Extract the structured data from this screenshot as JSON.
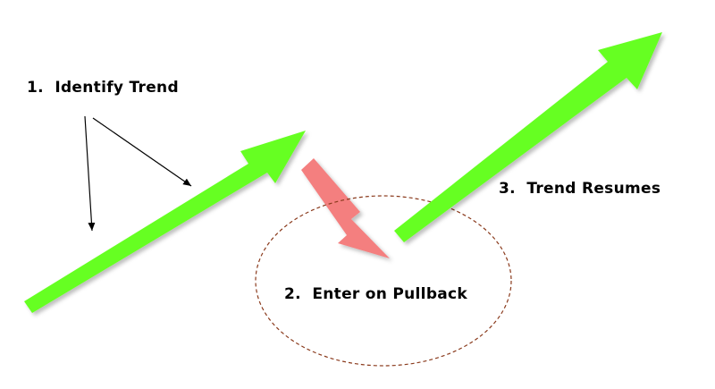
{
  "labels": {
    "step1": "1.  Identify Trend",
    "step2": "2.  Enter on Pullback",
    "step3": "3.  Trend Resumes"
  },
  "colors": {
    "trend_arrow": "#66ff22",
    "pullback_arrow": "#f47f7f",
    "pointer_lines": "#000000",
    "entry_circle": "#8a3a1c",
    "background": "#ffffff"
  },
  "icons": {
    "trend_arrow": "arrow-up-right-icon",
    "pullback_arrow": "arrow-down-right-icon",
    "pointer": "thin-arrow-icon"
  }
}
